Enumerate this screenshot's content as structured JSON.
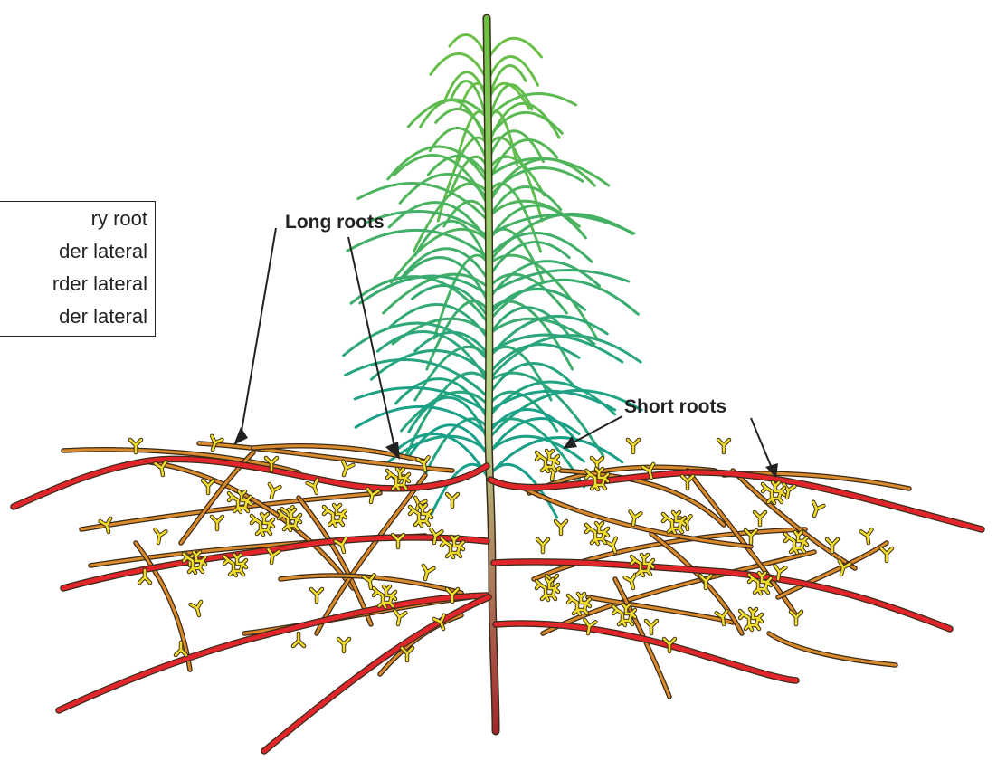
{
  "legend": {
    "items": [
      {
        "label": "ry root",
        "color": "#b5292f"
      },
      {
        "label": "der lateral",
        "color": "#e0262a"
      },
      {
        "label": "rder lateral",
        "color": "#d98a2b"
      },
      {
        "label": "der lateral",
        "color": "#f2e22c"
      }
    ]
  },
  "callouts": {
    "long_roots": "Long roots",
    "short_roots": "Short roots"
  },
  "colors": {
    "primary_root": "#a3262d",
    "first_order": "#e0262a",
    "second_order": "#d98a2b",
    "third_order": "#f0dc2a",
    "needle_light": "#6cc044",
    "needle_dark": "#1aa089",
    "outline": "#3a2a1a"
  }
}
